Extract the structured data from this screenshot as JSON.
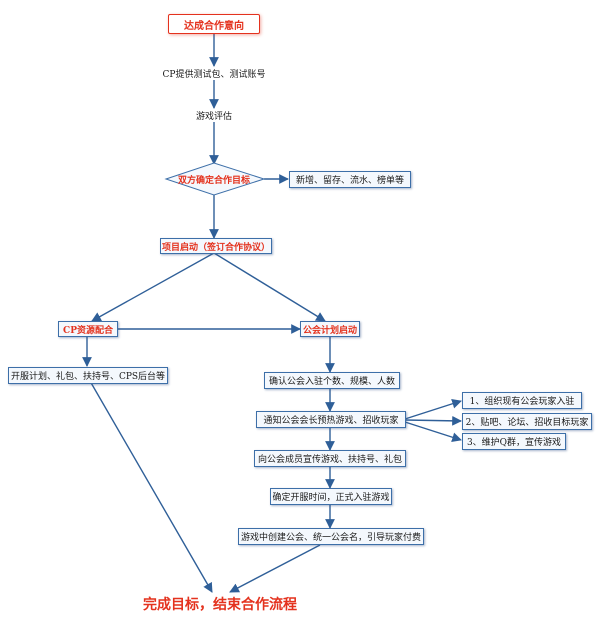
{
  "nodes": {
    "start": "达成合作意向",
    "cp_provide": "CP提供测试包、测试账号",
    "game_eval": "游戏评估",
    "mutual_goal": "双方确定合作目标",
    "goal_metrics": "新增、留存、流水、榜单等",
    "project_start": "项目启动（签订合作协议）",
    "cp_resources": "CP资源配合",
    "guild_plan": "公会计划启动",
    "server_plan": "开服计划、礼包、扶持号、CPS后台等",
    "confirm_guilds": "确认公会入驻个数、规模、人数",
    "notify_leader": "通知公会会长预热游戏、招收玩家",
    "org_players": "1、组织现有公会玩家入驻",
    "forum_recruit": "2、贴吧、论坛、招收目标玩家",
    "qq_group": "3、维护Q群，宣传游戏",
    "promote_members": "向公会成员宣传游戏、扶持号、礼包",
    "confirm_time": "确定开服时间，正式入驻游戏",
    "create_guild": "游戏中创建公会、统一公会名，引导玩家付费",
    "finish": "完成目标，结束合作流程"
  },
  "colors": {
    "line": "#2f5f98",
    "box_border": "#3d6fa8",
    "highlight": "#e4321e"
  }
}
